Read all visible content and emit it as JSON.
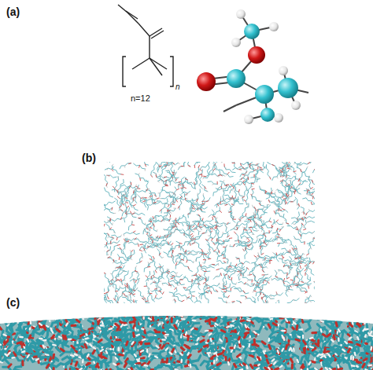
{
  "diagram": {
    "labels": [
      "(a)",
      "n",
      "n=12",
      "(b)",
      "(c)"
    ]
  }
}
